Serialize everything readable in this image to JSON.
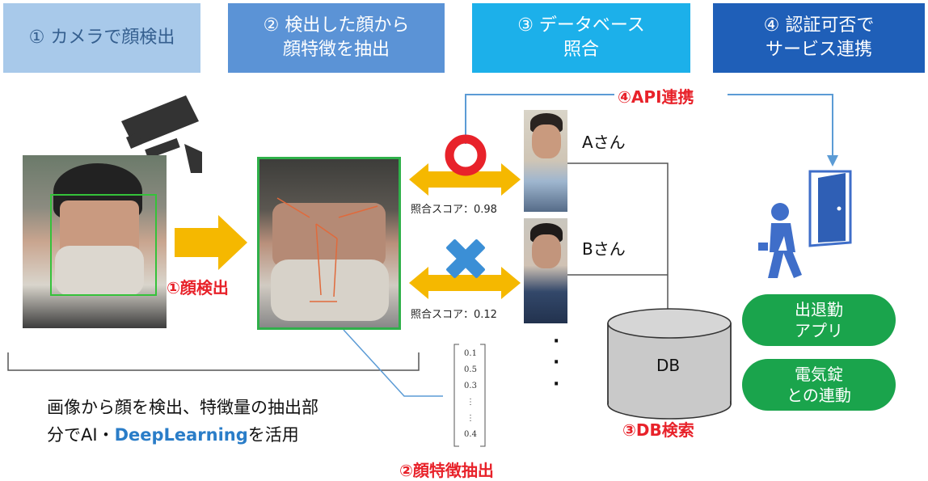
{
  "steps": [
    {
      "label": "① カメラで顔検出"
    },
    {
      "label": "② 検出した顔から\n顔特徴を抽出"
    },
    {
      "label": "③ データベース\n照合"
    },
    {
      "label": "④ 認証可否で\nサービス連携"
    }
  ],
  "labels": {
    "api": "④API連携",
    "face_detect": "①顔検出",
    "feature_extract": "②顔特徴抽出",
    "db_search": "③DB検索",
    "db": "DB",
    "person_a": "Aさん",
    "person_b": "Bさん",
    "score_a": "照合スコア：0.98",
    "score_b": "照合スコア：0.12",
    "dots": "⋮"
  },
  "vector": [
    "0.1",
    "0.5",
    "0.3",
    "⋮",
    "⋮",
    "0.4"
  ],
  "caption": {
    "line1": "画像から顔を検出、特徴量の抽出部",
    "line2_pre": "分でAI・",
    "line2_highlight": "DeepLearning",
    "line2_post": "を活用"
  },
  "services": [
    {
      "label": "出退勤\nアプリ"
    },
    {
      "label": "電気錠\nとの連動"
    }
  ],
  "colors": {
    "step1": "#a8c9ea",
    "step2": "#5b93d6",
    "step3": "#1cb0ea",
    "step4": "#1f5fb8",
    "arrow": "#f5b800",
    "accent_red": "#e8222a",
    "service_green": "#1aa44c",
    "db_gray": "#c9c9c9",
    "line_blue": "#5b9bd5"
  },
  "icons": [
    "security-camera-icon",
    "match-circle-icon",
    "mismatch-cross-icon",
    "walking-person-icon",
    "door-icon"
  ]
}
